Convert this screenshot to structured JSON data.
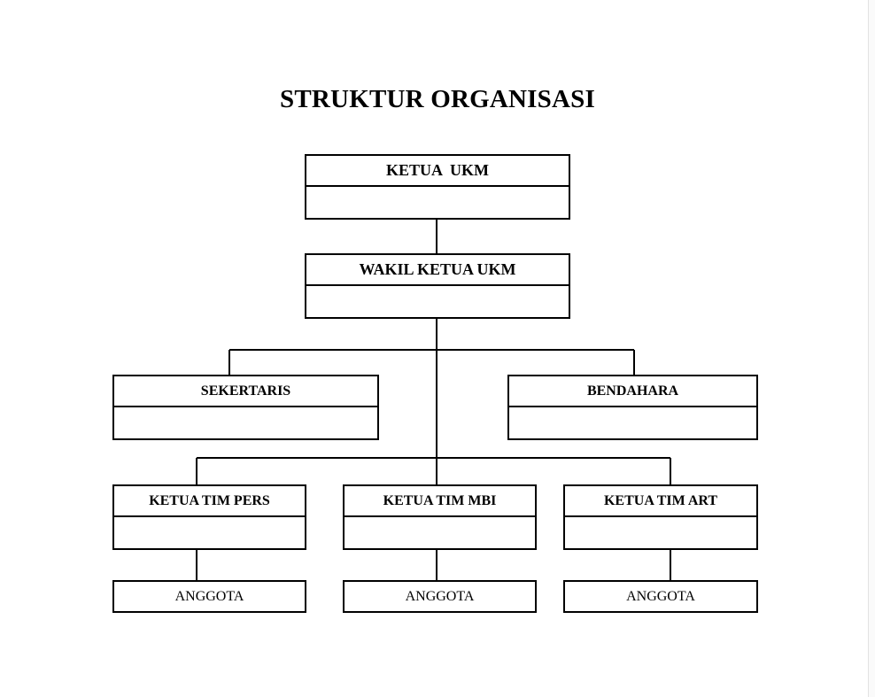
{
  "title": "STRUKTUR ORGANISASI",
  "colors": {
    "line": "#000000",
    "background": "#ffffff"
  },
  "nodes": {
    "ketua": {
      "label": "KETUA  UKM",
      "name_value": ""
    },
    "wakil": {
      "label": "WAKIL KETUA UKM",
      "name_value": ""
    },
    "sekretaris": {
      "label": "SEKERTARIS",
      "name_value": ""
    },
    "bendahara": {
      "label": "BENDAHARA",
      "name_value": ""
    },
    "tim_pers": {
      "label": "KETUA TIM PERS",
      "name_value": ""
    },
    "tim_mbi": {
      "label": "KETUA TIM MBI",
      "name_value": ""
    },
    "tim_art": {
      "label": "KETUA TIM ART",
      "name_value": ""
    },
    "anggota_pers": {
      "label": "ANGGOTA"
    },
    "anggota_mbi": {
      "label": "ANGGOTA"
    },
    "anggota_art": {
      "label": "ANGGOTA"
    }
  }
}
